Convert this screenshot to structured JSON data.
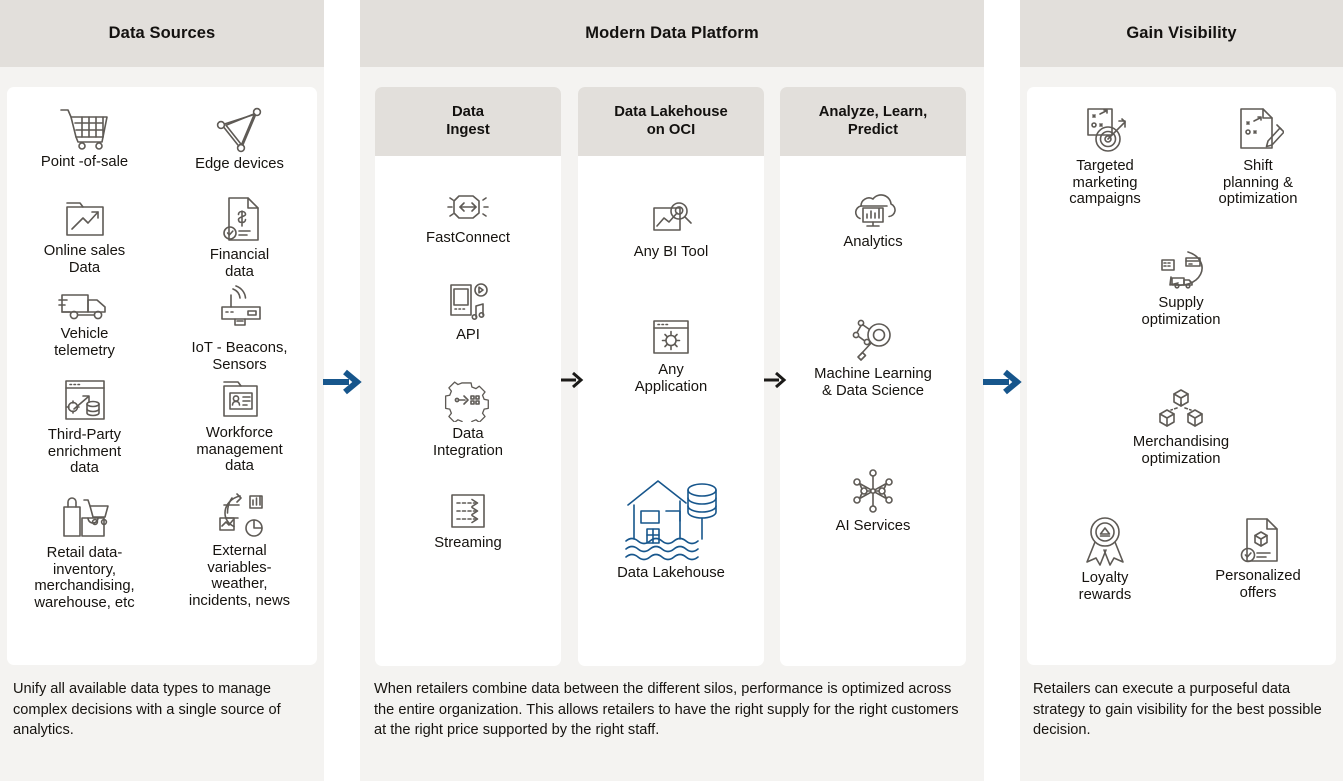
{
  "columns": {
    "sources": {
      "title": "Data Sources",
      "items": [
        {
          "icon": "shopping-cart-icon",
          "label": "Point -of-sale"
        },
        {
          "icon": "edge-devices-network-icon",
          "label": "Edge devices"
        },
        {
          "icon": "online-sales-chart-icon",
          "label": "Online sales\nData"
        },
        {
          "icon": "financial-document-icon",
          "label": "Financial\ndata"
        },
        {
          "icon": "delivery-van-icon",
          "label": "Vehicle\ntelemetry"
        },
        {
          "icon": "iot-beacon-sensor-icon",
          "label": "IoT - Beacons,\nSensors"
        },
        {
          "icon": "third-party-enrichment-icon",
          "label": "Third-Party\nenrichment\ndata"
        },
        {
          "icon": "workforce-badge-icon",
          "label": "Workforce\nmanagement\ndata"
        },
        {
          "icon": "retail-bag-cart-icon",
          "label": "Retail data-\ninventory,\nmerchandising,\nwarehouse, etc"
        },
        {
          "icon": "external-variables-globe-icon",
          "label": "External\nvariables-\nweather,\nincidents, news"
        }
      ],
      "caption": "Unify all available data types to manage complex decisions with a single source of analytics."
    },
    "platform": {
      "title": "Modern Data Platform",
      "caption": "When retailers combine data between the different silos, performance is optimized across the entire organization. This allows retailers to have the right supply for the right customers at the right price supported by the right staff.",
      "panels": [
        {
          "title": "Data\nIngest",
          "items": [
            {
              "icon": "fastconnect-icon",
              "label": "FastConnect"
            },
            {
              "icon": "api-device-icon",
              "label": "API"
            },
            {
              "icon": "data-integration-gear-icon",
              "label": "Data\nIntegration"
            },
            {
              "icon": "streaming-arrows-icon",
              "label": "Streaming"
            }
          ]
        },
        {
          "title": "Data Lakehouse\non OCI",
          "items": [
            {
              "icon": "any-bi-tool-icon",
              "label": "Any BI Tool"
            },
            {
              "icon": "any-application-window-gear-icon",
              "label": "Any\nApplication"
            },
            {
              "icon": "data-lakehouse-icon",
              "label": "Data Lakehouse",
              "accent": true
            }
          ]
        },
        {
          "title": "Analyze, Learn,\nPredict",
          "items": [
            {
              "icon": "analytics-cloud-icon",
              "label": "Analytics"
            },
            {
              "icon": "machine-learning-magnifier-icon",
              "label": "Machine Learning\n& Data Science"
            },
            {
              "icon": "ai-services-nodes-icon",
              "label": "AI Services"
            }
          ]
        }
      ]
    },
    "visibility": {
      "title": "Gain Visibility",
      "items": [
        {
          "icon": "targeted-marketing-target-icon",
          "label": "Targeted\nmarketing\ncampaigns"
        },
        {
          "icon": "shift-planning-pencil-icon",
          "label": "Shift\nplanning &\noptimization"
        },
        {
          "icon": "supply-optimization-cycle-icon",
          "label": "Supply\noptimization"
        },
        {
          "icon": "merchandising-boxes-icon",
          "label": "Merchandising\noptimization"
        },
        {
          "icon": "loyalty-rewards-ribbon-icon",
          "label": "Loyalty\nrewards"
        },
        {
          "icon": "personalized-offers-doc-icon",
          "label": "Personalized\noffers"
        }
      ],
      "caption": "Retailers can execute a purposeful data strategy to gain visibility for the best possible decision."
    }
  },
  "flow": {
    "arrow_1": "arrow-right-icon",
    "arrow_2": "arrow-right-icon",
    "arrow_3": "arrow-right-icon",
    "arrow_4": "arrow-right-icon"
  },
  "colors": {
    "accent_blue": "#17568c",
    "header_beige": "#e2dfdb",
    "panel_bg": "#f4f3f1",
    "card_white": "#ffffff",
    "icon_gray": "#5e5a55",
    "text": "#16130f"
  }
}
